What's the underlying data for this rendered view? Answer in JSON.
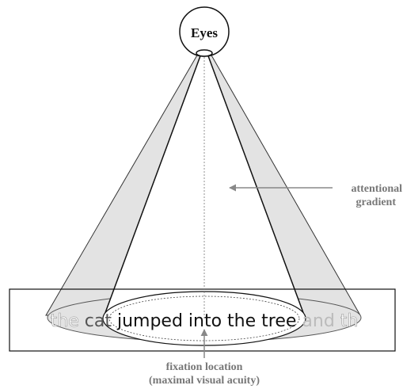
{
  "eyes_label": "Eyes",
  "attentional_label": {
    "line1": "attentional",
    "line2": "gradient"
  },
  "fixation_label": {
    "line1": "fixation location",
    "line2": "(maximal visual acuity)"
  },
  "sentence": {
    "faded_left": "the",
    "left": "cat",
    "center": "jumped into the tree",
    "right": "and",
    "faded_right": "th"
  },
  "colors": {
    "outline": "#111111",
    "gradient_fill": "#e3e3e3",
    "label": "#777777",
    "arrow": "#888888"
  }
}
